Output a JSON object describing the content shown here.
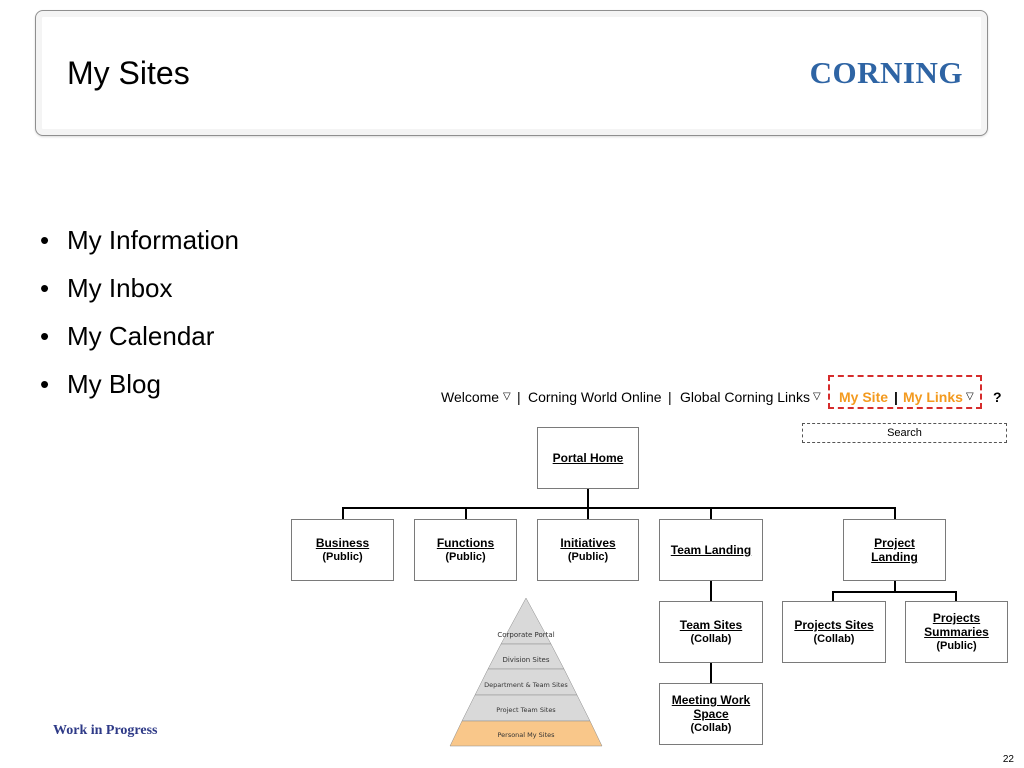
{
  "slide": {
    "title": "My Sites",
    "logo_text": "CORNING",
    "bullets": [
      "My Information",
      "My Inbox",
      "My Calendar",
      "My Blog"
    ],
    "footer_note": "Work in Progress",
    "page_number": "22"
  },
  "topnav": {
    "welcome": "Welcome",
    "sep": "|",
    "corning_world_online": "Corning World Online",
    "global_links": "Global Corning Links",
    "my_site": "My Site",
    "my_links": "My Links",
    "help": "?",
    "search": "Search",
    "arrow": "▽"
  },
  "sitemap": {
    "portal_home": "Portal Home",
    "business": {
      "label": "Business",
      "sub": "(Public)"
    },
    "functions": {
      "label": "Functions",
      "sub": "(Public)"
    },
    "initiatives": {
      "label": "Initiatives",
      "sub": "(Public)"
    },
    "team_landing": {
      "label": "Team Landing"
    },
    "project_landing": {
      "label1": "Project",
      "label2": "Landing"
    },
    "team_sites": {
      "label": "Team Sites",
      "sub": "(Collab)"
    },
    "meeting_workspace": {
      "label1": "Meeting Work",
      "label2": "Space",
      "sub": "(Collab)"
    },
    "projects_sites": {
      "label": "Projects Sites",
      "sub": "(Collab)"
    },
    "projects_summaries": {
      "label1": "Projects",
      "label2": "Summaries",
      "sub": "(Public)"
    }
  },
  "pyramid": {
    "levels": [
      "Corporate Portal",
      "Division Sites",
      "Department & Team Sites",
      "Project Team Sites",
      "Personal My Sites"
    ],
    "colors": {
      "tiers": "#d9d9d9",
      "highlight": "#f9c78a"
    }
  }
}
